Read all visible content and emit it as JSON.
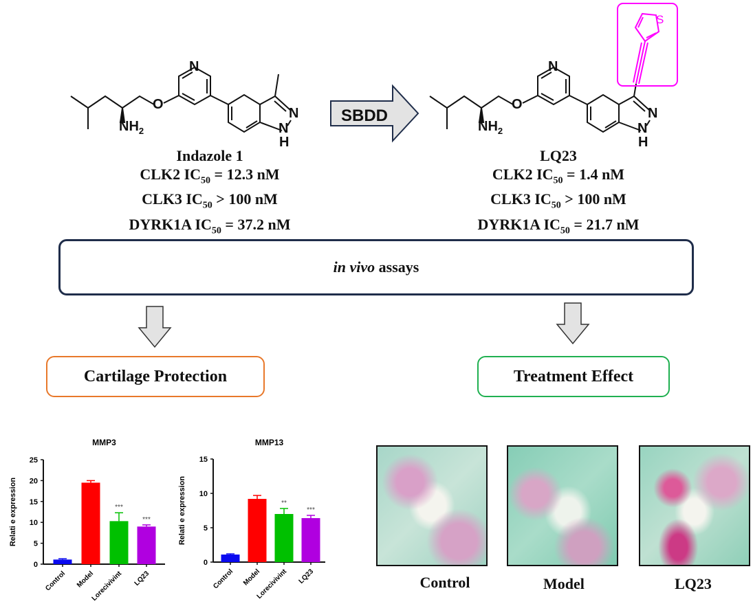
{
  "compound1": {
    "name": "Indazole 1",
    "atoms": {
      "n": "N",
      "o": "O",
      "nh2": "NH",
      "two": "2",
      "h": "H"
    },
    "rows": [
      {
        "prefix": "CLK2 IC",
        "sub": "50",
        "suffix": " = 12.3 nM"
      },
      {
        "prefix": "CLK3 IC",
        "sub": "50",
        "suffix": " >  100 nM"
      },
      {
        "prefix": "DYRK1A IC",
        "sub": "50",
        "suffix": " = 37.2 nM"
      }
    ]
  },
  "arrow_label": "SBDD",
  "compound2": {
    "name": "LQ23",
    "atoms": {
      "n": "N",
      "o": "O",
      "nh2": "NH",
      "two": "2",
      "h": "H",
      "s": "S"
    },
    "rows": [
      {
        "prefix": "CLK2 IC",
        "sub": "50",
        "suffix": " = 1.4 nM"
      },
      {
        "prefix": "CLK3 IC",
        "sub": "50",
        "suffix": " >  100 nM"
      },
      {
        "prefix": "DYRK1A IC",
        "sub": "50",
        "suffix": " = 21.7 nM"
      }
    ]
  },
  "assay_box": {
    "italic": "in vivo",
    "rest": " assays"
  },
  "left_box": "Cartilage Protection",
  "right_box": "Treatment Effect",
  "histology_labels": [
    "Control",
    "Model",
    "LQ23"
  ],
  "colors": {
    "control": "#0a0af0",
    "model": "#ff0000",
    "lorecivivint": "#00c000",
    "lq23": "#b000e0",
    "highlight": "#ff00ff",
    "assay_border": "#1f2d4a",
    "left_border": "#e8782a",
    "right_border": "#1fb050"
  },
  "chart_data": [
    {
      "type": "bar",
      "title": "MMP3",
      "ylabel": "Relati e expression",
      "categories": [
        "Control",
        "Model",
        "Lorecivivint",
        "LQ23"
      ],
      "values": [
        1.1,
        19.5,
        10.3,
        9.0
      ],
      "errors": [
        0.2,
        0.5,
        2.0,
        0.4
      ],
      "annotations": [
        "",
        "",
        "***",
        "***"
      ],
      "ylim": [
        0,
        25
      ],
      "yticks": [
        0,
        5,
        10,
        15,
        20,
        25
      ]
    },
    {
      "type": "bar",
      "title": "MMP13",
      "ylabel": "Relati e expression",
      "categories": [
        "Control",
        "Model",
        "Lorecivivint",
        "LQ23"
      ],
      "values": [
        1.1,
        9.2,
        7.0,
        6.4
      ],
      "errors": [
        0.1,
        0.5,
        0.8,
        0.4
      ],
      "annotations": [
        "",
        "",
        "**",
        "***"
      ],
      "ylim": [
        0,
        15
      ],
      "yticks": [
        0,
        5,
        10,
        15
      ]
    }
  ]
}
